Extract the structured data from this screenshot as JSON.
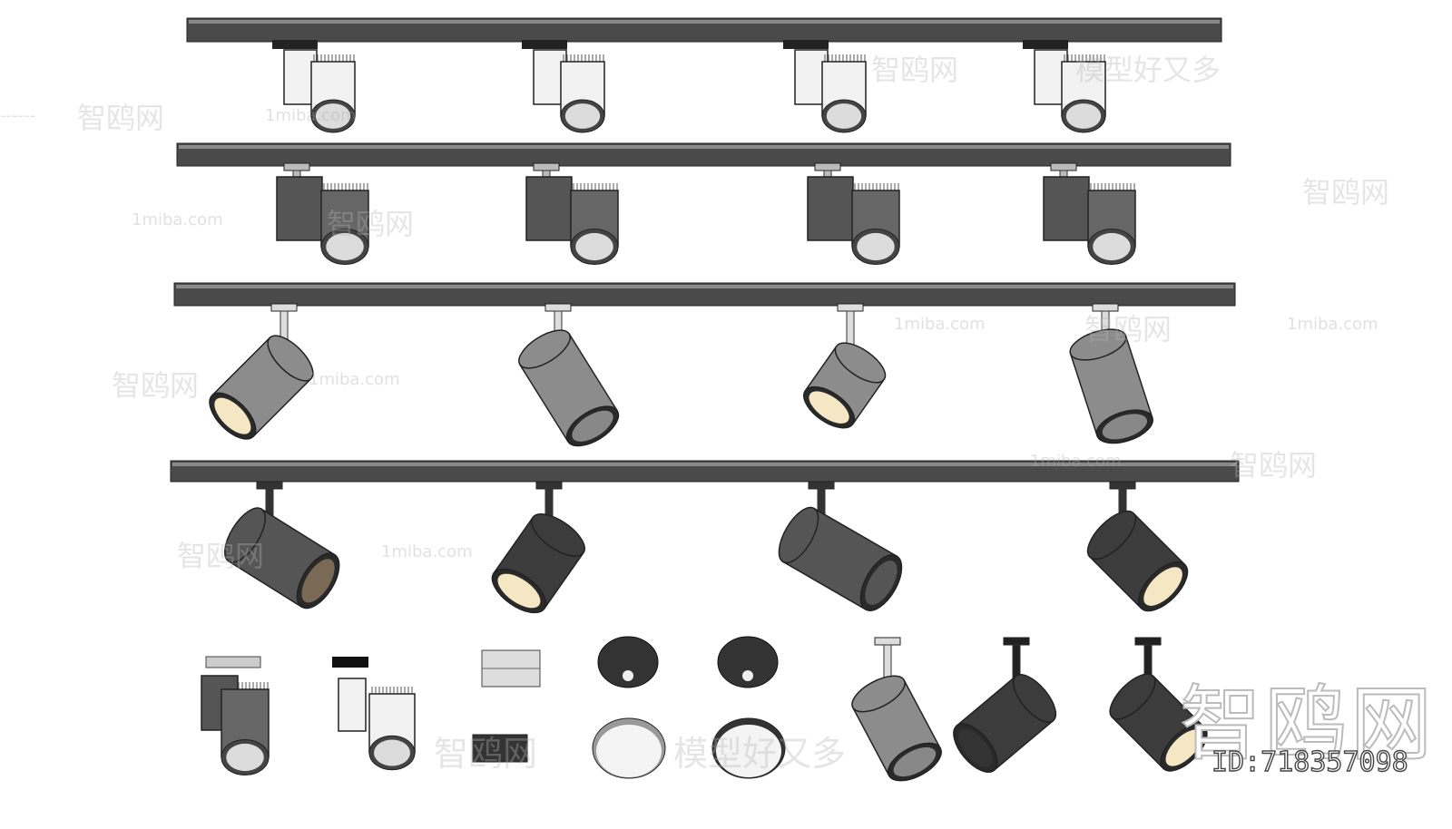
{
  "watermarks": {
    "site_name": "智鸥网",
    "slogan": "模型好又多",
    "domain": "1miba.com",
    "separator": "------",
    "id_label": "ID:718357098"
  },
  "colors": {
    "rail": "#4a4a4a",
    "rail_top": "#8a8a8a",
    "white_body": "#f2f2f2",
    "gray_body": "#8c8c8c",
    "dark_body": "#3c3c3c",
    "warm_lens": "#f6e7c4",
    "cool_lens": "#dcdcdc"
  }
}
